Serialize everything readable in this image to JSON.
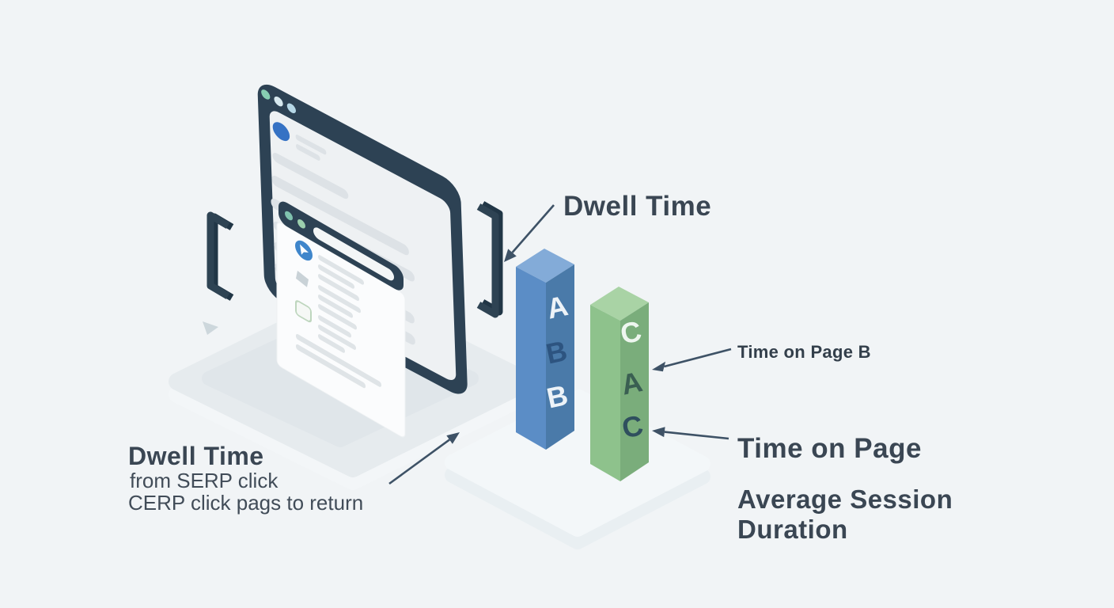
{
  "labels": {
    "dwell_time_callout": "Dwell Time",
    "time_on_page_b": "Time on Page B",
    "time_on_page": "Time on Page",
    "average_session_line1": "Average Session",
    "average_session_line2": "Duration",
    "dwell_block": {
      "title": "Dwell Time",
      "line1": "from SERP click",
      "line2": "CERP click pags to return"
    }
  },
  "bars": {
    "blue": {
      "letters": [
        "A",
        "B",
        "B"
      ],
      "letter_colors": [
        "#eef3f8",
        "#2d5480",
        "#edf3f8"
      ],
      "faces": {
        "top": "#83abd8",
        "left": "#5b8dc6",
        "right": "#4a7aa9"
      }
    },
    "green": {
      "letters": [
        "C",
        "A",
        "C"
      ],
      "letter_colors": [
        "#eef6ef",
        "#3a5f52",
        "#2f4f5e"
      ],
      "faces": {
        "top": "#a9d3a5",
        "left": "#8ec28c",
        "right": "#7aad7b"
      }
    }
  },
  "colors": {
    "background": "#f1f4f6",
    "frame_navy": "#2d4254",
    "bracket_navy": "#2e4353",
    "bracket_depth": "#213646",
    "arrow": "#3e5266",
    "avatar_blue": "#3572c4",
    "pointer_blue": "#3f86cb",
    "monitor_dots": [
      "#87ceb2",
      "#d6e8ee",
      "#b5d7e6"
    ],
    "card_dots": [
      "#7fc2ae",
      "#9ccfae"
    ]
  }
}
